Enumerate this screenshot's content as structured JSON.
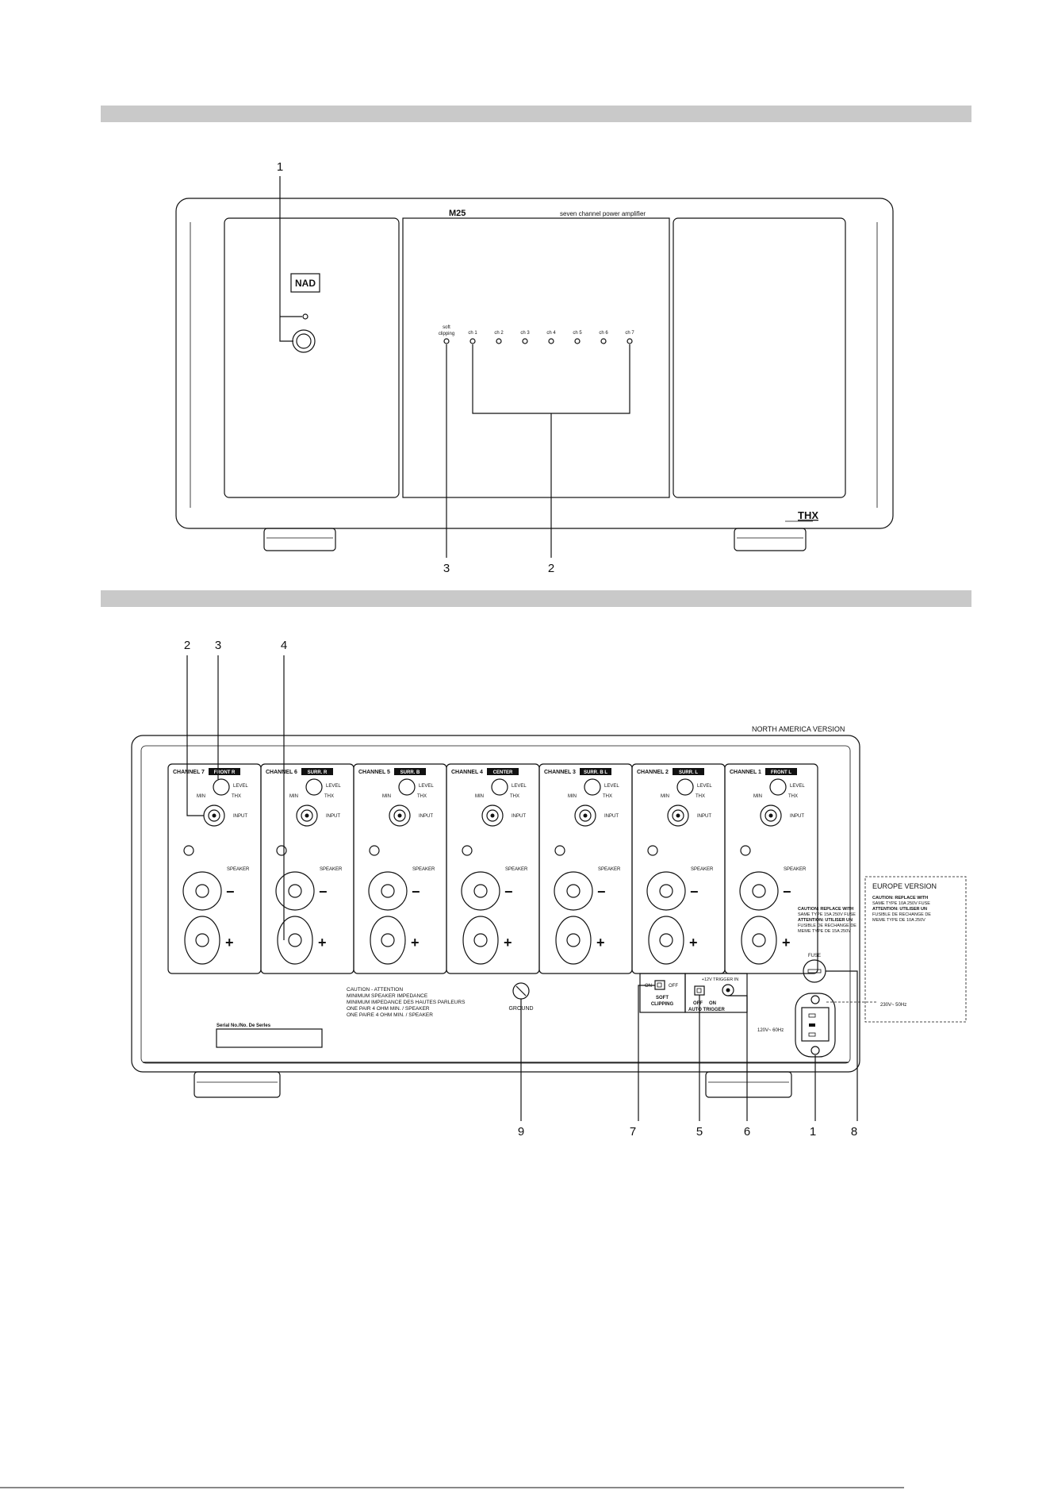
{
  "front": {
    "model": "M25",
    "subtitle": "seven channel power amplifier",
    "brand": "NAD",
    "thx": "THX",
    "soft_clipping_1": "soft",
    "soft_clipping_2": "clipping",
    "channels": [
      "ch 1",
      "ch 2",
      "ch 3",
      "ch 4",
      "ch 5",
      "ch 6",
      "ch 7"
    ],
    "callouts": [
      "1",
      "2",
      "3"
    ]
  },
  "rear": {
    "version_label": "NORTH AMERICA VERSION",
    "europe_label": "EUROPE VERSION",
    "channels": [
      {
        "name": "CHANNEL 7",
        "tag": "FRONT R"
      },
      {
        "name": "CHANNEL 6",
        "tag": "SURR. R"
      },
      {
        "name": "CHANNEL 5",
        "tag": "SURR. B"
      },
      {
        "name": "CHANNEL 4",
        "tag": "CENTER"
      },
      {
        "name": "CHANNEL 3",
        "tag": "SURR. B L"
      },
      {
        "name": "CHANNEL 2",
        "tag": "SURR. L"
      },
      {
        "name": "CHANNEL 1",
        "tag": "FRONT L"
      }
    ],
    "level": "LEVEL",
    "min": "MIN",
    "thx": "THX",
    "input": "INPUT",
    "speaker": "SPEAKER",
    "minus": "−",
    "plus": "+",
    "caution_lines": [
      "CAUTION - ATTENTION",
      "MINIMUM SPEAKER IMPEDANCE",
      "MINIMUM IMPEDANCE DES HAUTES PARLEURS",
      "ONE PAIR 4 OHM MIN. / SPEAKER",
      "ONE PAIRE 4 OHM MIN. / SPEAKER"
    ],
    "ground": "GROUND",
    "serial": "Serial No./No. De Serles",
    "on": "ON",
    "off": "OFF",
    "soft_clipping_1": "SOFT",
    "soft_clipping_2": "CLIPPING",
    "trigger_in": "+12V TRIGGER IN",
    "auto_off": "OFF",
    "auto_on": "ON",
    "auto_trigger": "AUTO TRIGGER",
    "fuse": "FUSE",
    "fuse_caution": [
      "CAUTION: REPLACE WITH",
      "SAME TYPE 15A 250V FUSE",
      "ATTENTION: UTILISER UN",
      "FUSIBLE DE RECHANGE DE",
      "MEME TYPE DE 15A 250V"
    ],
    "europe_caution": [
      "CAUTION: REPLACE WITH",
      "SAME TYPE 10A 250V FUSE",
      "ATTENTION: UTILISER UN",
      "FUSIBLE DE RECHANGE DE",
      "MEME TYPE DE 10A 250V"
    ],
    "mains_na": "120V~ 60Hz",
    "mains_eu": "230V~ 50Hz",
    "callouts_top": [
      "2",
      "3",
      "4"
    ],
    "callouts_bottom": [
      "9",
      "7",
      "5",
      "6",
      "1",
      "8"
    ]
  }
}
